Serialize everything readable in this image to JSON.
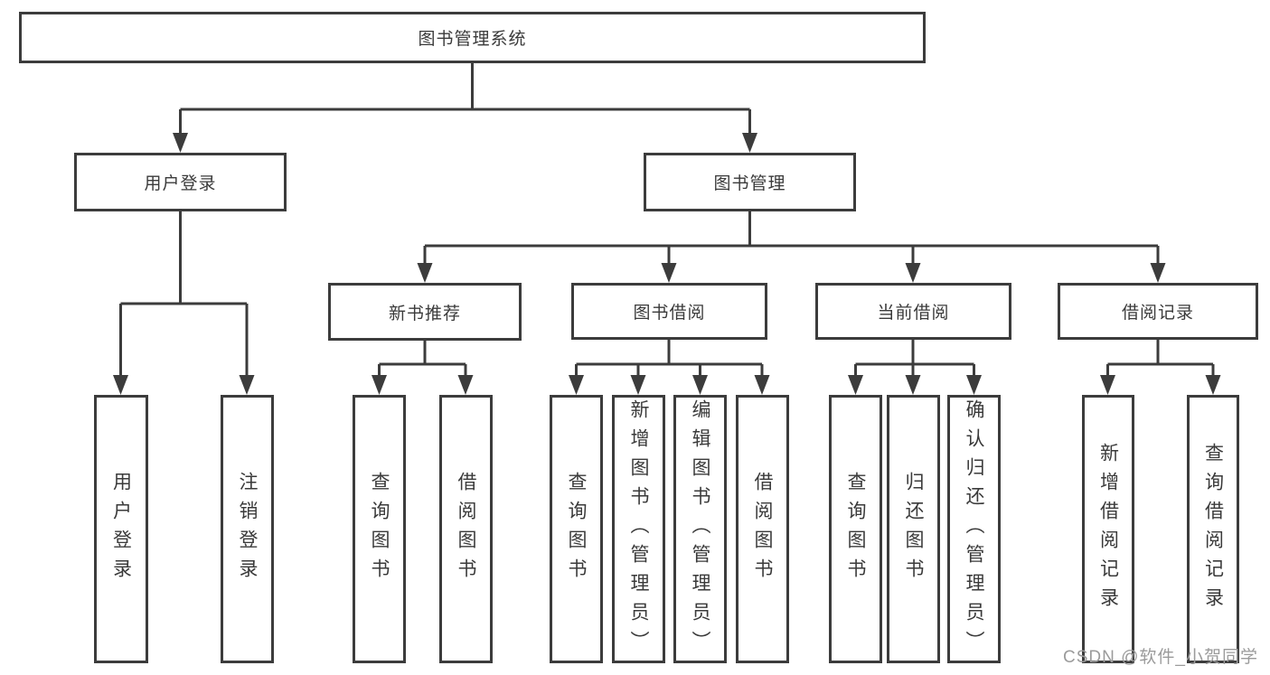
{
  "diagram": {
    "root": {
      "label": "图书管理系统"
    },
    "user_login": {
      "label": "用户登录",
      "children": [
        {
          "label": "用户登录"
        },
        {
          "label": "注销登录"
        }
      ]
    },
    "book_mgmt": {
      "label": "图书管理",
      "children": [
        {
          "label": "新书推荐",
          "children": [
            {
              "label": "查询图书"
            },
            {
              "label": "借阅图书"
            }
          ]
        },
        {
          "label": "图书借阅",
          "children": [
            {
              "label": "查询图书"
            },
            {
              "label": "新增图书（管理员）"
            },
            {
              "label": "编辑图书（管理员）"
            },
            {
              "label": "借阅图书"
            }
          ]
        },
        {
          "label": "当前借阅",
          "children": [
            {
              "label": "查询图书"
            },
            {
              "label": "归还图书"
            },
            {
              "label": "确认归还（管理员）"
            }
          ]
        },
        {
          "label": "借阅记录",
          "children": [
            {
              "label": "新增借阅记录"
            },
            {
              "label": "查询借阅记录"
            }
          ]
        }
      ]
    },
    "colors": {
      "line": "#3c3c3c",
      "box_background": "#ffffff",
      "text": "#3a3a3a",
      "watermark": "#9b9b9b"
    }
  },
  "watermark": {
    "text": "CSDN @软件_小贺同学"
  }
}
